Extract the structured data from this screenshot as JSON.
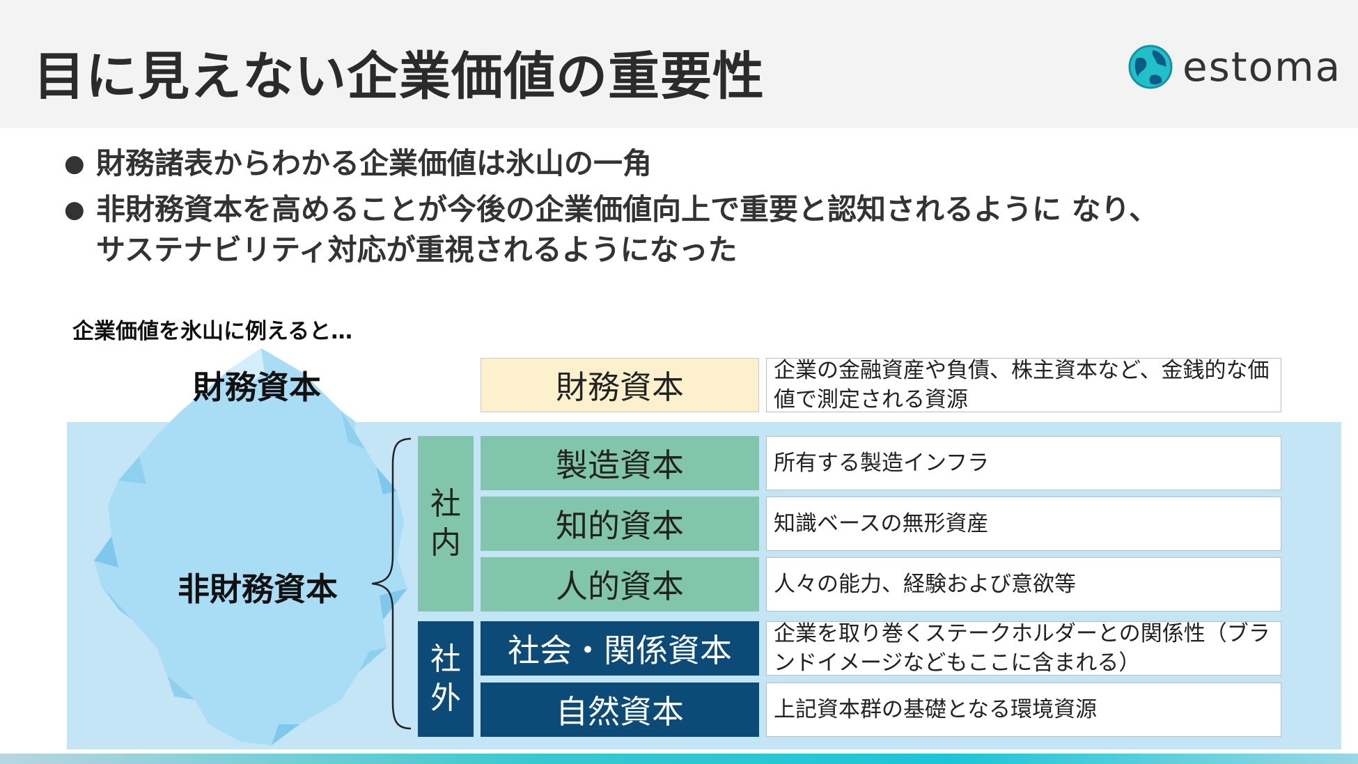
{
  "header": {
    "title": "目に見えない企業価値の重要性",
    "logo_text": "estoma"
  },
  "bullets": [
    "財務諸表からわかる企業価値は氷山の一角",
    "非財務資本を高めることが今後の企業価値向上で重要と認知されるように なり、サステナビリティ対応が重視されるようになった"
  ],
  "caption": "企業価値を氷山に例えると…",
  "iceberg": {
    "top_label": "財務資本",
    "bottom_label": "非財務資本"
  },
  "groups": {
    "internal": "社内",
    "external": "社外"
  },
  "capitals": [
    {
      "name": "財務資本",
      "desc": "企業の金融資産や負債、株主資本など、金銭的な価値で測定される資源"
    },
    {
      "name": "製造資本",
      "desc": "所有する製造インフラ"
    },
    {
      "name": "知的資本",
      "desc": "知識ベースの無形資産"
    },
    {
      "name": "人的資本",
      "desc": "人々の能力、経験および意欲等"
    },
    {
      "name": "社会・関係資本",
      "desc": "企業を取り巻くステークホルダーとの関係性（ブランドイメージなどもここに含まれる）"
    },
    {
      "name": "自然資本",
      "desc": "上記資本群の基礎となる環境資源"
    }
  ],
  "colors": {
    "finance_bg": "#fdf0cc",
    "internal_bg": "#80c5ac",
    "external_bg": "#0c4a77",
    "water_bg": "#c3e5f6"
  }
}
